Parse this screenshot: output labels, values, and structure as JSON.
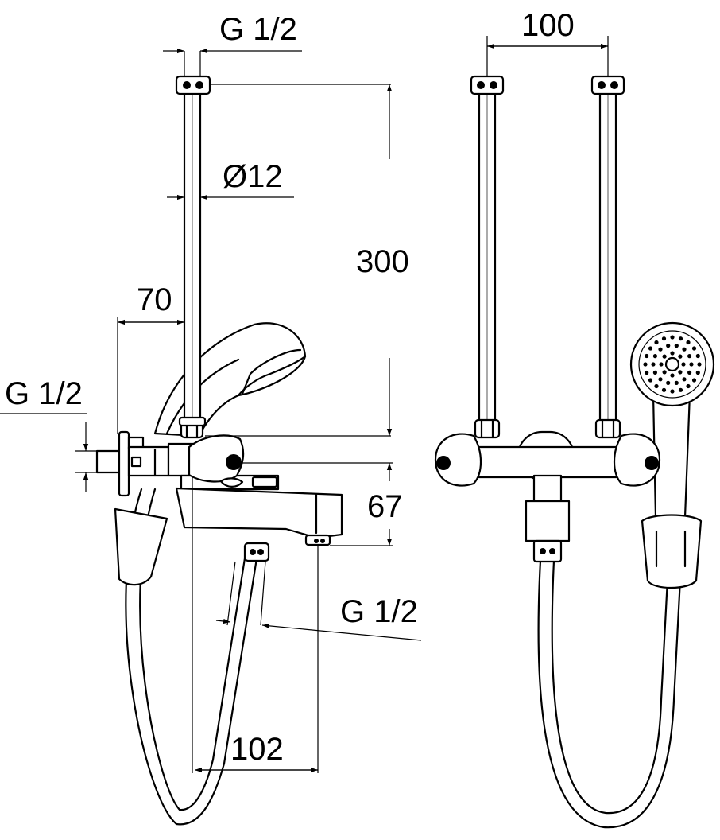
{
  "dimensions": {
    "top_thread": "G 1/2",
    "pipe_diameter": "Ø12",
    "height_300": "300",
    "depth_70": "70",
    "inlet_thread": "G 1/2",
    "height_67": "67",
    "outlet_thread": "G 1/2",
    "spout_102": "102",
    "spacing_100": "100"
  },
  "colors": {
    "line": "#000000",
    "background": "#ffffff"
  },
  "icons": [
    "side-view-mixer-drawing",
    "front-view-mixer-drawing",
    "hand-shower-icon",
    "hose-icon"
  ]
}
